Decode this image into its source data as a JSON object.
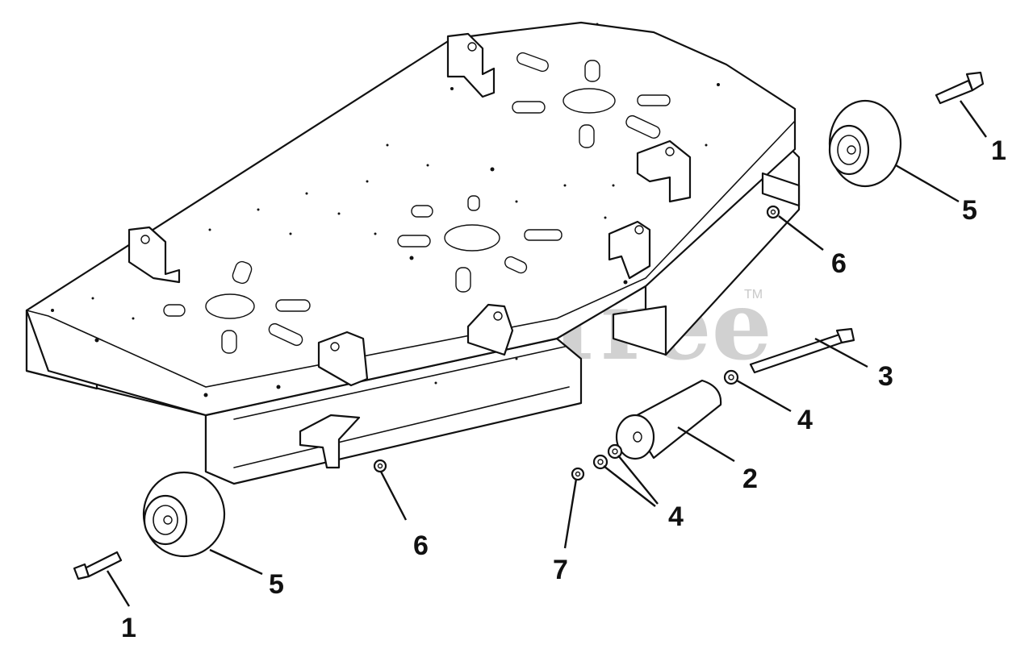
{
  "watermark": {
    "text": "PartsTree",
    "trademark": "TM"
  },
  "callouts": {
    "c1_top": "1",
    "c5_top": "5",
    "c6_right": "6",
    "c3": "3",
    "c4_upper": "4",
    "c2": "2",
    "c4_lower": "4",
    "c7": "7",
    "c6_bottom": "6",
    "c5_bottom": "5",
    "c1_bottom": "1"
  }
}
